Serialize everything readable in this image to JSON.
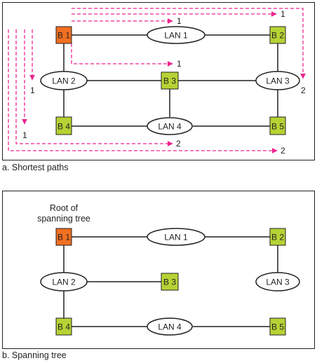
{
  "colors": {
    "root_bridge": "#f26f21",
    "bridge": "#b5d334",
    "path_arrow": "#ec268f",
    "line": "#231f20",
    "lan_fill": "#ffffff"
  },
  "captions": {
    "a": "a. Shortest paths",
    "b": "b. Spanning tree"
  },
  "panel_a": {
    "bridges": {
      "b1": "B 1",
      "b2": "B 2",
      "b3": "B 3",
      "b4": "B 4",
      "b5": "B 5"
    },
    "lans": {
      "lan1": "LAN 1",
      "lan2": "LAN 2",
      "lan3": "LAN 3",
      "lan4": "LAN 4"
    },
    "path_costs": {
      "top_to_lan1": "1",
      "top_to_lan3": "1",
      "mid_to_lan3": "1",
      "down_to_lan2": "1",
      "down_to_lan4": "1",
      "right_to_lan3": "2",
      "bottom_to_lan4": "2",
      "bottom_to_lan3": "2"
    }
  },
  "panel_b": {
    "root_label_line1": "Root of",
    "root_label_line2": "spanning tree",
    "bridges": {
      "b1": "B 1",
      "b2": "B 2",
      "b3": "B 3",
      "b4": "B 4",
      "b5": "B 5"
    },
    "lans": {
      "lan1": "LAN 1",
      "lan2": "LAN 2",
      "lan3": "LAN 3",
      "lan4": "LAN 4"
    }
  }
}
